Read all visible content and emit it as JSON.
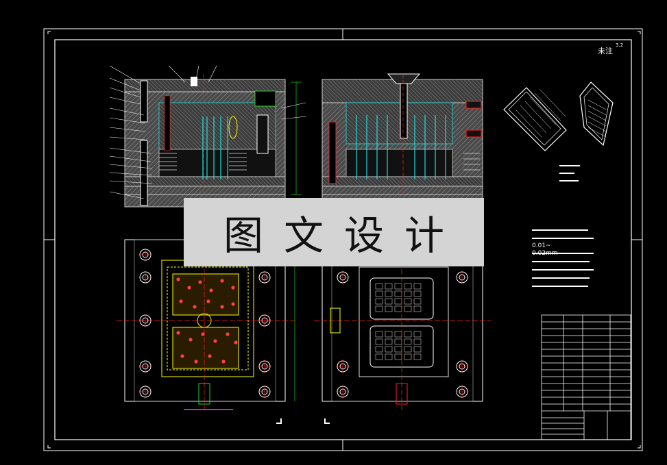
{
  "watermark": {
    "text": "图文设计"
  },
  "surface_symbol": {
    "label": "未注",
    "value": "3.2"
  },
  "tech_notes": {
    "line1": "0.01~",
    "line2": "0.02mm"
  },
  "colors": {
    "frame": "#ffffff",
    "hatch": "#8a8a8a",
    "steel": "#6b6b6b",
    "cyan": "#19e0e0",
    "red": "#ff2020",
    "yellow": "#ffff00",
    "green": "#1fd31f",
    "magenta": "#ff00ff",
    "watermark_bg": "#d4d4d4"
  }
}
